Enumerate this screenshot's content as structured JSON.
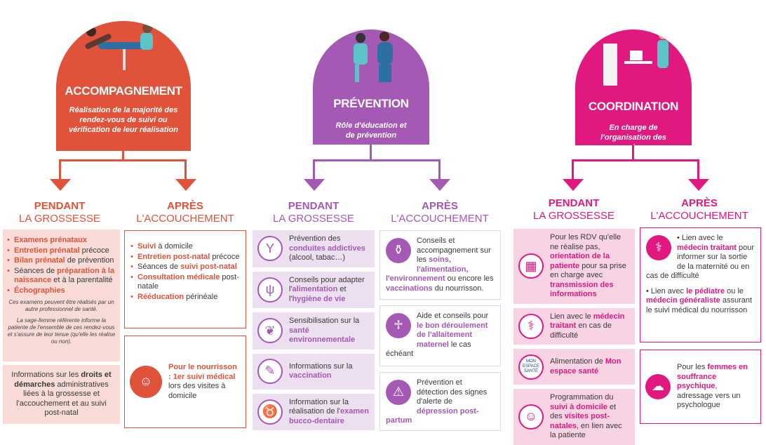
{
  "colors": {
    "accompagnement": "#e0523a",
    "prevention": "#a459b4",
    "coordination": "#e0187f"
  },
  "columns": [
    {
      "title": "ACCOMPAGNEMENT",
      "subtitle": "Réalisation de la majorité des rendez-vous de suivi ou vérification de leur réalisation",
      "pendant": {
        "l1": "PENDANT",
        "l2": "LA GROSSESSE"
      },
      "apres": {
        "l1": "APRÈS",
        "l2": "L'ACCOUCHEMENT"
      }
    },
    {
      "title": "PRÉVENTION",
      "subtitle": "Rôle d'éducation et de prévention",
      "pendant": {
        "l1": "PENDANT",
        "l2": "LA GROSSESSE"
      },
      "apres": {
        "l1": "APRÈS",
        "l2": "L'ACCOUCHEMENT"
      }
    },
    {
      "title": "COORDINATION",
      "subtitle": "En charge de l'organisation des soins",
      "pendant": {
        "l1": "PENDANT",
        "l2": "LA GROSSESSE"
      },
      "apres": {
        "l1": "APRÈS",
        "l2": "L'ACCOUCHEMENT"
      }
    }
  ],
  "acc": {
    "pendant_list": [
      [
        {
          "h": "Examens prénataux"
        }
      ],
      [
        {
          "h": "Entretien prénatal"
        },
        " précoce"
      ],
      [
        {
          "h": "Bilan prénatal"
        },
        " de prévention"
      ],
      [
        "Séances de ",
        {
          "h": "préparation à la naissance"
        },
        " et à la parentalité"
      ],
      [
        {
          "h": "Échographies"
        }
      ]
    ],
    "note1": "Ces examens peuvent être réalisés par un autre professionnel de santé.",
    "note2": "La sage-femme référente informe la patiente de l'ensemble de ces rendez-vous et s'assure de leur tenue (qu'elle les réalise ou non).",
    "droits": [
      "Informations sur les ",
      {
        "b": "droits et démarches"
      },
      " administratives liées à la grossesse et l'accouchement et au suivi post-natal"
    ],
    "apres_list": [
      [
        {
          "h": "Suivi"
        },
        " à domicile"
      ],
      [
        {
          "h": "Entretien post-natal"
        },
        " précoce"
      ],
      [
        "Séances de ",
        {
          "h": "suivi post-natal"
        }
      ],
      [
        {
          "h": "Consultation médicale"
        },
        " post-natale"
      ],
      [
        {
          "h": "Rééducation"
        },
        " périnéale"
      ]
    ],
    "nourrisson": [
      {
        "h": "Pour le nourrisson : 1er suivi médical"
      },
      " lors des visites à domicile"
    ]
  },
  "prev": {
    "pendant": [
      {
        "icon": "wine-glass",
        "text": [
          "Prévention des ",
          {
            "h": "conduites addictives"
          },
          " (alcool, tabac…)"
        ]
      },
      {
        "icon": "fork-knife",
        "text": [
          "Conseils pour adapter l'",
          {
            "h": "alimentation"
          },
          " et l'",
          {
            "h": "hygiène de vie"
          }
        ]
      },
      {
        "icon": "leaf-hand",
        "text": [
          "Sensibilisation sur la ",
          {
            "h": "santé environnementale"
          }
        ]
      },
      {
        "icon": "syringe",
        "text": [
          "Informations sur la ",
          {
            "h": "vaccination"
          }
        ]
      },
      {
        "icon": "tooth",
        "text": [
          "Information sur la réalisation de l'",
          {
            "h": "examen bucco-dentaire"
          }
        ]
      }
    ],
    "apres": [
      {
        "icon": "baby-food",
        "text": [
          "Conseils et accompagnement sur les ",
          {
            "h": "soins, l'alimentation, l'environnement"
          },
          " ou encore les ",
          {
            "h": "vaccinations"
          },
          " du nourrisson."
        ]
      },
      {
        "icon": "breastfeeding",
        "text": [
          "Aide et conseils pour ",
          {
            "h": "le bon déroulement de l'allaitement maternel"
          },
          " le cas échéant"
        ]
      },
      {
        "icon": "warning",
        "text": [
          "Prévention et détection des signes d'alerte de ",
          {
            "h": "dépression post-partum"
          }
        ]
      }
    ]
  },
  "coord": {
    "pendant": [
      {
        "icon": "calendar",
        "text": [
          "Pour les RDV qu'elle ne réalise pas, ",
          {
            "h": "orientation de la patiente"
          },
          " pour sa prise en charge avec ",
          {
            "h": "transmission des informations"
          }
        ]
      },
      {
        "icon": "stethoscope",
        "text": [
          "Lien avec le ",
          {
            "h": "médecin traitant"
          },
          " en cas de difficulté"
        ]
      },
      {
        "icon": "mon-espace-sante-logo",
        "logo_text": "MON ESPACE SANTÉ",
        "text": [
          "Alimentation de ",
          {
            "h": "Mon espace santé"
          }
        ]
      },
      {
        "icon": "people",
        "text": [
          "Programmation du ",
          {
            "h": "suivi à domicile"
          },
          " et des ",
          {
            "h": "visites post-natales"
          },
          ", en lien avec la patiente"
        ]
      }
    ],
    "apres1": [
      "• Lien avec le ",
      {
        "h": "médecin traitant"
      },
      " pour informer sur la sortie de la maternité ou en cas de difficulté"
    ],
    "apres2": [
      "• Lien avec ",
      {
        "h": "le pédiatre"
      },
      " ou le ",
      {
        "h": "médecin généraliste"
      },
      " assurant le suivi médical du nourrisson"
    ],
    "psy": [
      "Pour les ",
      {
        "h": "femmes en souffrance psychique"
      },
      ", adressage vers un psychologue"
    ]
  }
}
